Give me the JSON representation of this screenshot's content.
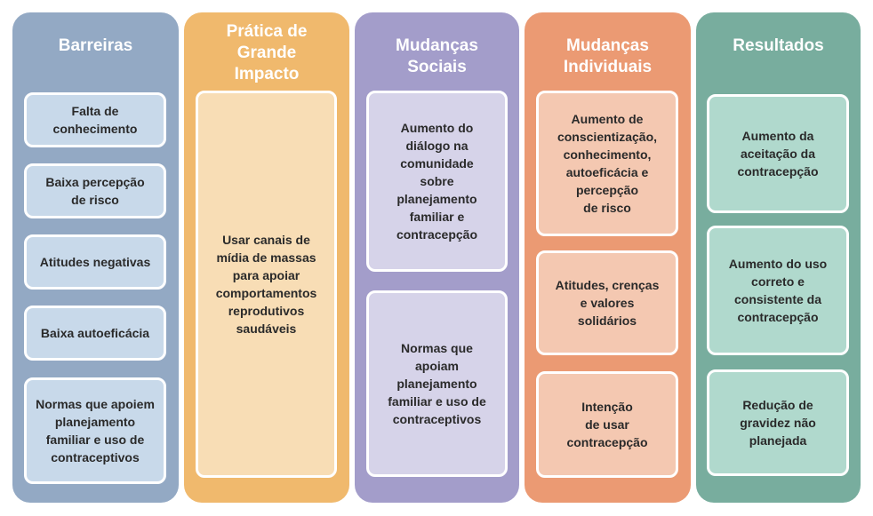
{
  "columns": [
    {
      "title": "Barreiras",
      "boxes": [
        "Falta de\nconhecimento",
        "Baixa percepção\nde risco",
        "Atitudes negativas",
        "Baixa autoeficácia",
        "Normas que apoiem\nplanejamento\nfamiliar e uso de\ncontraceptivos"
      ]
    },
    {
      "title": "Prática de\nGrande\nImpacto",
      "boxes": [
        "Usar canais de\nmídia de massas\npara apoiar\ncomportamentos\nreprodutivos\nsaudáveis"
      ]
    },
    {
      "title": "Mudanças\nSociais",
      "boxes": [
        "Aumento do\ndiálogo na\ncomunidade\nsobre\nplanejamento\nfamiliar e\ncontracepção",
        "Normas que\napoiam\nplanejamento\nfamiliar e uso de\ncontraceptivos"
      ]
    },
    {
      "title": "Mudanças\nIndividuais",
      "boxes": [
        "Aumento de\nconscientização,\nconhecimento,\nautoeficácia e\npercepção\nde risco",
        "Atitudes, crenças\ne valores\nsolidários",
        "Intenção\nde usar\ncontracepção"
      ]
    },
    {
      "title": "Resultados",
      "boxes": [
        "Aumento da\naceitação da\ncontracepção",
        "Aumento do uso\ncorreto e\nconsistente da\ncontracepção",
        "Redução de\ngravidez não\nplanejada"
      ]
    }
  ]
}
